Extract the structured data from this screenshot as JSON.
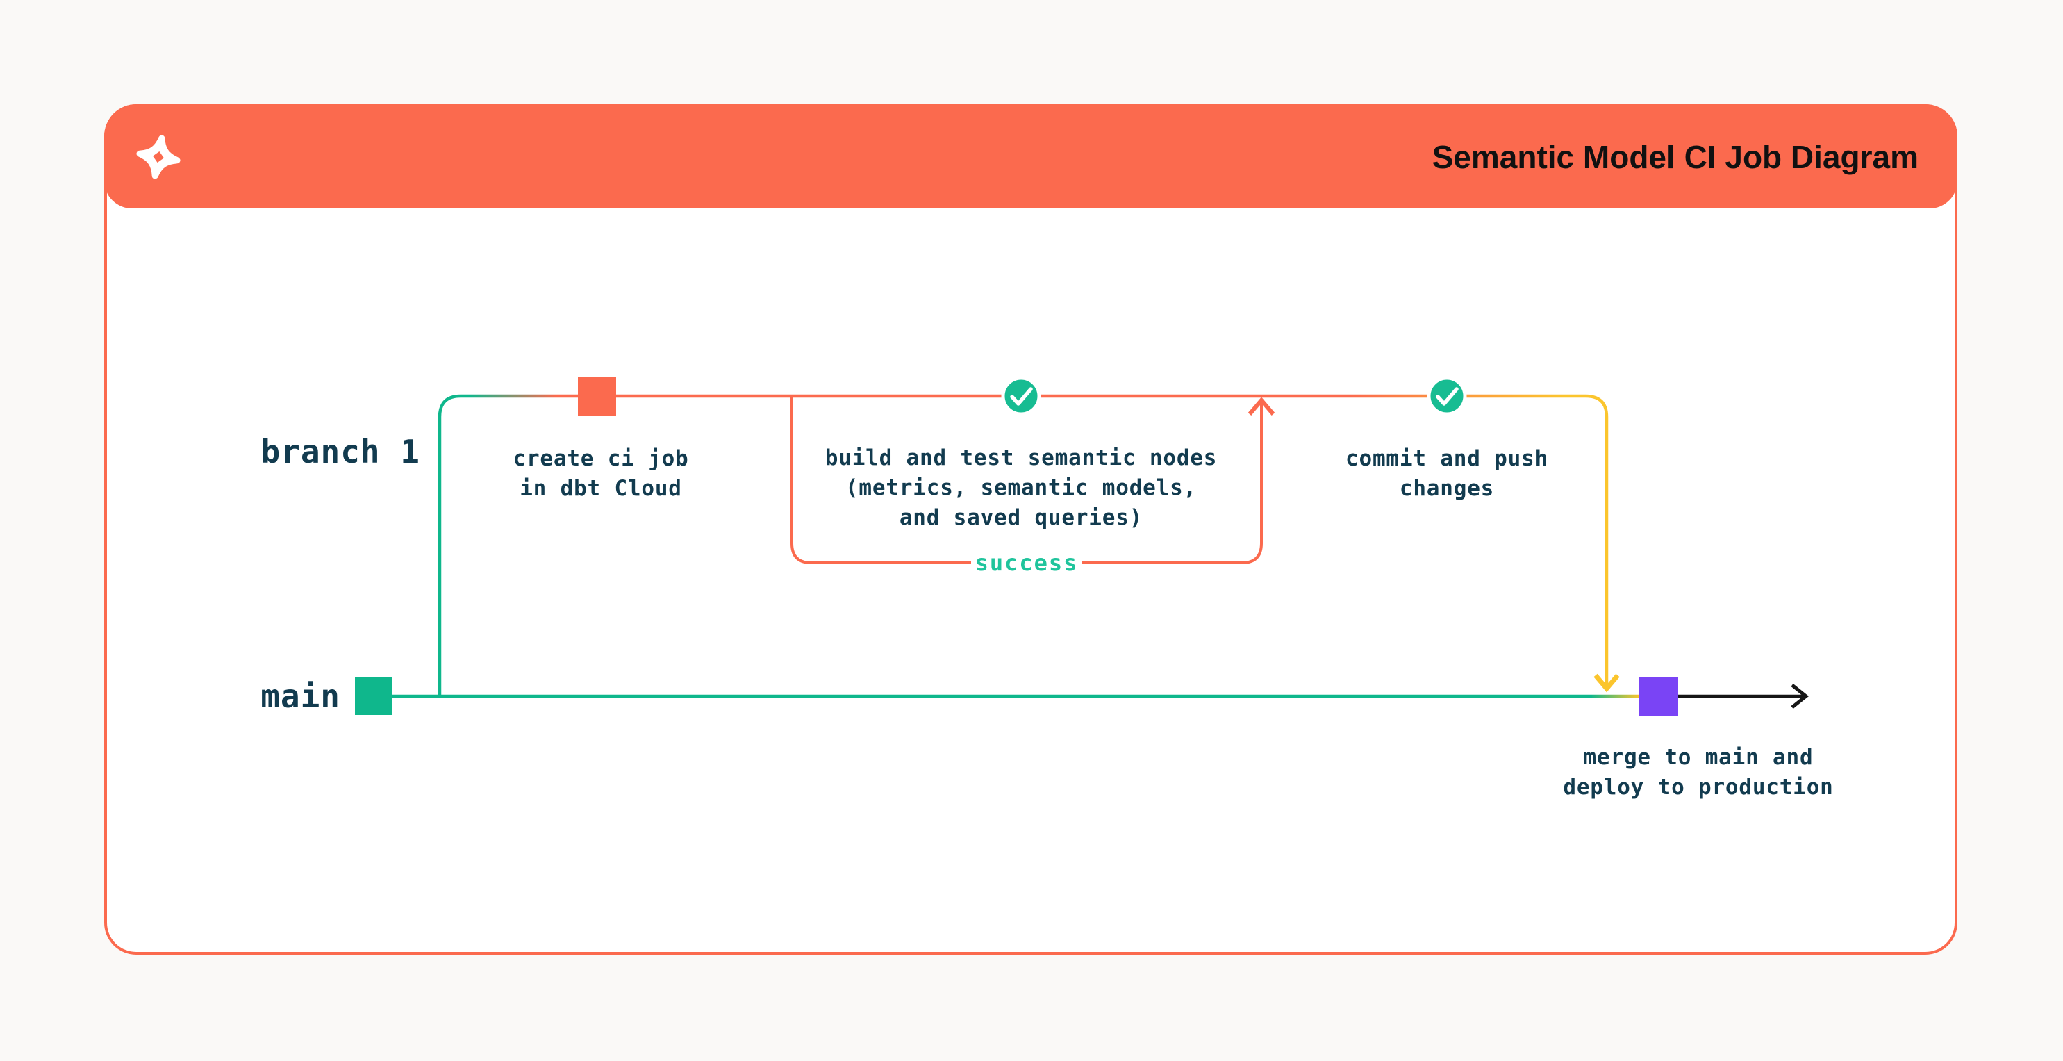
{
  "header": {
    "title": "Semantic Model CI Job Diagram",
    "logo_name": "dbt-logo"
  },
  "diagram": {
    "branch_label": "branch 1",
    "main_label": "main",
    "success_label": "success",
    "nodes": {
      "create_ci": {
        "line1": "create ci job",
        "line2": "in dbt Cloud"
      },
      "build_test": {
        "line1": "build and test semantic nodes",
        "line2": "(metrics, semantic models,",
        "line3": "and saved queries)"
      },
      "commit_push": {
        "line1": "commit and push",
        "line2": "changes"
      },
      "merge": {
        "line1": "merge to main and",
        "line2": "deploy to production"
      }
    }
  },
  "colors": {
    "orange": "#fb6a4e",
    "green": "#0fb78c",
    "check_green": "#17bc92",
    "success_green": "#1fc49c",
    "yellow": "#fbc52d",
    "purple": "#7a44f5",
    "ink": "#123b4f",
    "title_ink": "#111111",
    "card_bg": "#ffffff",
    "page_bg": "#faf9f7"
  }
}
